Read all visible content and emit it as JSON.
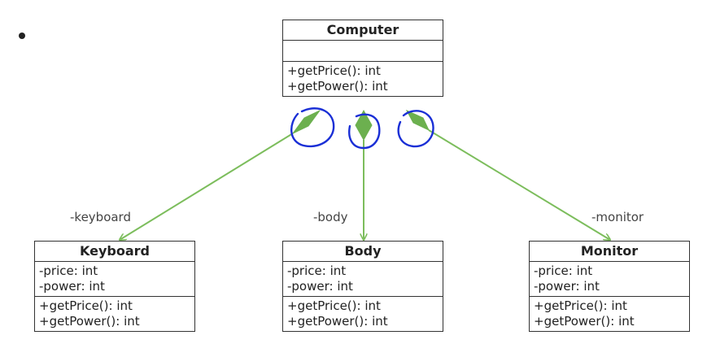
{
  "colors": {
    "association_line": "#7cbd5c",
    "composition_diamond": "#6cb04f",
    "annotation_ink": "#1a2fd6",
    "box_border": "#333333"
  },
  "classes": {
    "computer": {
      "name": "Computer",
      "attributes": [],
      "operations": [
        "+getPrice(): int",
        "+getPower(): int"
      ]
    },
    "keyboard": {
      "name": "Keyboard",
      "attributes": [
        "-price: int",
        "-power: int"
      ],
      "operations": [
        "+getPrice(): int",
        "+getPower(): int"
      ]
    },
    "body": {
      "name": "Body",
      "attributes": [
        "-price: int",
        "-power: int"
      ],
      "operations": [
        "+getPrice(): int",
        "+getPower(): int"
      ]
    },
    "monitor": {
      "name": "Monitor",
      "attributes": [
        "-price: int",
        "-power: int"
      ],
      "operations": [
        "+getPrice(): int",
        "+getPower(): int"
      ]
    }
  },
  "relationships": [
    {
      "type": "composition",
      "whole": "Computer",
      "part": "Keyboard",
      "role": "-keyboard"
    },
    {
      "type": "composition",
      "whole": "Computer",
      "part": "Body",
      "role": "-body"
    },
    {
      "type": "composition",
      "whole": "Computer",
      "part": "Monitor",
      "role": "-monitor"
    }
  ],
  "annotations": {
    "hand_drawn_circles": 3,
    "circled": "composition-diamonds"
  }
}
